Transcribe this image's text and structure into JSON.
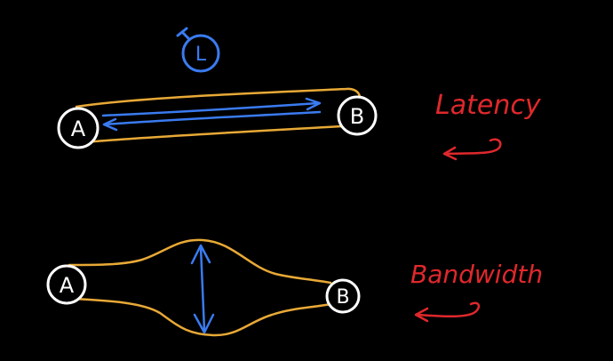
{
  "colors": {
    "background": "#000000",
    "node": "#ffffff",
    "pipe": "#e8a936",
    "signal": "#3a7bf0",
    "annotation": "#e0282c"
  },
  "top_diagram": {
    "node_a": "A",
    "node_b": "B",
    "timer_label": "L",
    "timer_icon": "stopwatch-icon",
    "caption": "Latency"
  },
  "bottom_diagram": {
    "node_a": "A",
    "node_b": "B",
    "width_icon": "double-arrow-icon",
    "caption": "Bandwidth"
  }
}
